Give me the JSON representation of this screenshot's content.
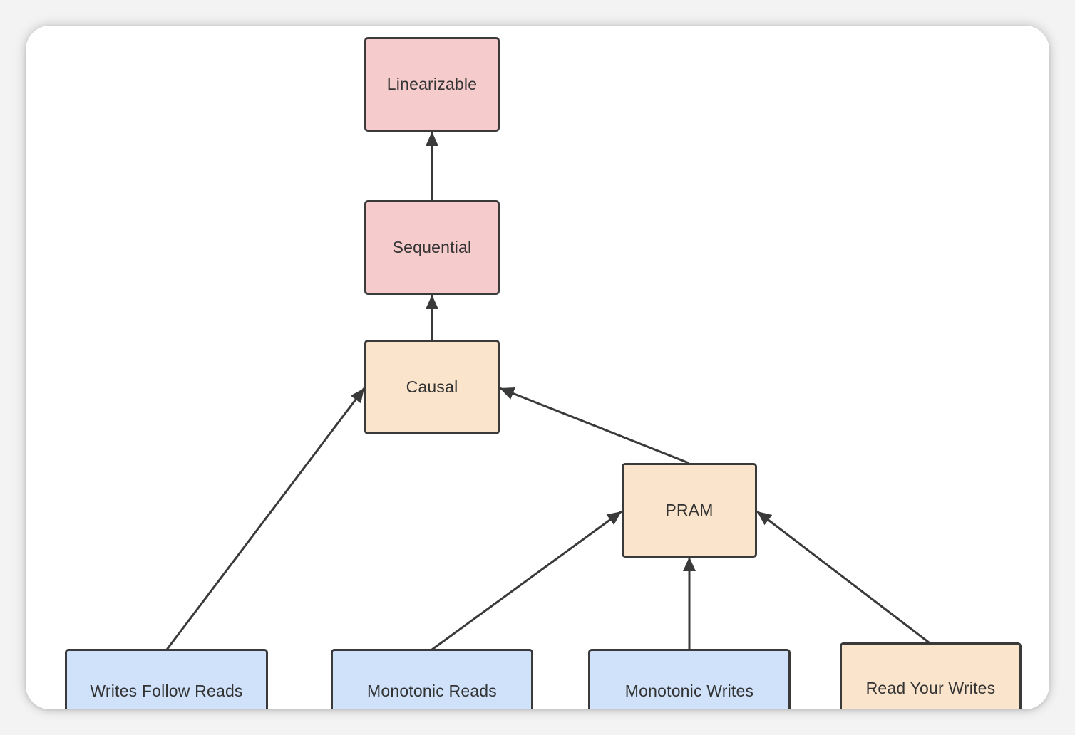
{
  "nodes": {
    "linearizable": "Linearizable",
    "sequential": "Sequential",
    "causal": "Causal",
    "pram": "PRAM",
    "writes_follow_reads": "Writes Follow Reads",
    "monotonic_reads": "Monotonic Reads",
    "monotonic_writes": "Monotonic Writes",
    "read_your_writes": "Read Your Writes"
  },
  "colors": {
    "strong": "#f5cbcc",
    "intermediate": "#fae4cb",
    "session": "#cfe2fa",
    "stroke": "#3a3a3a"
  },
  "edges": [
    {
      "from": "sequential",
      "to": "linearizable"
    },
    {
      "from": "causal",
      "to": "sequential"
    },
    {
      "from": "writes_follow_reads",
      "to": "causal"
    },
    {
      "from": "pram",
      "to": "causal"
    },
    {
      "from": "monotonic_reads",
      "to": "pram"
    },
    {
      "from": "monotonic_writes",
      "to": "pram"
    },
    {
      "from": "read_your_writes",
      "to": "pram"
    }
  ]
}
